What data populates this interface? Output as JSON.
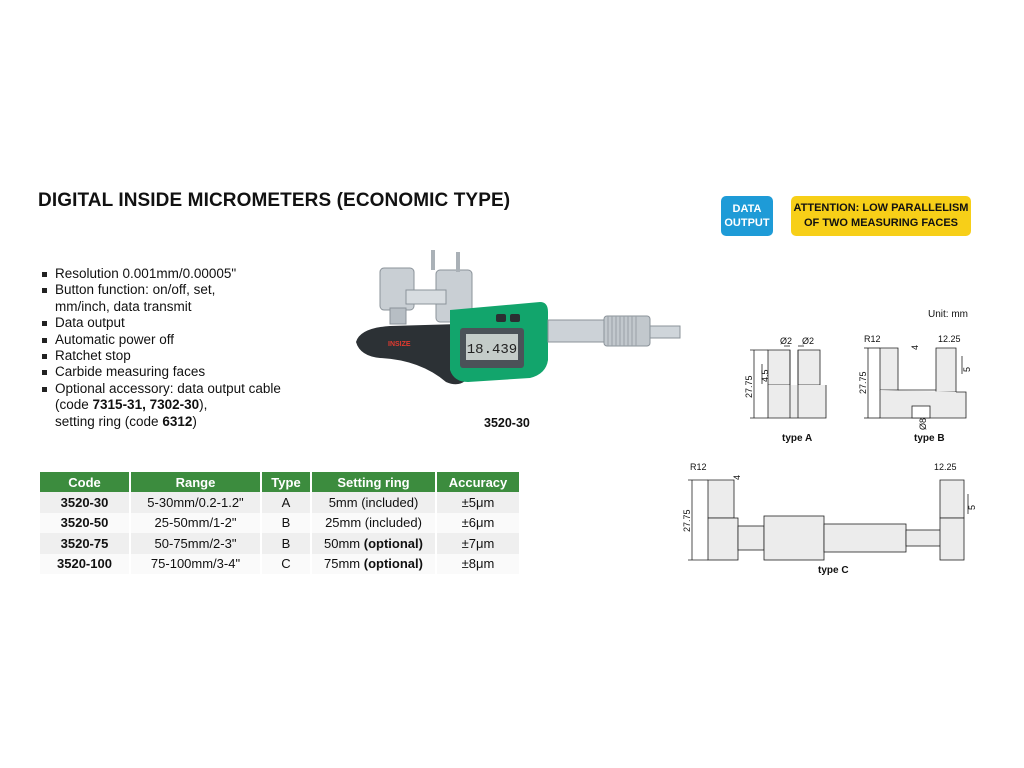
{
  "title": "DIGITAL INSIDE MICROMETERS (ECONOMIC TYPE)",
  "badges": {
    "data_output": [
      "DATA",
      "OUTPUT"
    ],
    "attention": [
      "ATTENTION: LOW PARALLELISM",
      "OF TWO MEASURING FACES"
    ]
  },
  "features": {
    "f1": "Resolution 0.001mm/0.00005\"",
    "f2a": "Button function: on/off, set,",
    "f2b": "mm/inch, data transmit",
    "f3": "Data output",
    "f4": "Automatic power off",
    "f5": "Ratchet stop",
    "f6": "Carbide measuring faces",
    "f7a": "Optional accessory: data output cable",
    "f7b_pre": "(code ",
    "f7b_bold": "7315-31, 7302-30",
    "f7b_post": "),",
    "f7c_pre": "setting ring (code ",
    "f7c_bold": "6312",
    "f7c_post": ")"
  },
  "product": {
    "caption": "3520-30",
    "display_value": "18.439",
    "brand": "INSIZE"
  },
  "unit_note": "Unit: mm",
  "table": {
    "headers": [
      "Code",
      "Range",
      "Type",
      "Setting ring",
      "Accuracy"
    ],
    "rows": [
      {
        "code": "3520-30",
        "range": "5-30mm/0.2-1.2\"",
        "type": "A",
        "ring": "5mm (included)",
        "ring_note": "",
        "accuracy": "±5μm"
      },
      {
        "code": "3520-50",
        "range": "25-50mm/1-2\"",
        "type": "B",
        "ring": "25mm (included)",
        "ring_note": "",
        "accuracy": "±6μm"
      },
      {
        "code": "3520-75",
        "range": "50-75mm/2-3\"",
        "type": "B",
        "ring": "50mm ",
        "ring_note": "(optional)",
        "accuracy": "±7μm"
      },
      {
        "code": "3520-100",
        "range": "75-100mm/3-4\"",
        "type": "C",
        "ring": "75mm ",
        "ring_note": "(optional)",
        "accuracy": "±8μm"
      }
    ]
  },
  "diagrams": {
    "type_a": {
      "label": "type A",
      "dims": [
        "Ø2",
        "Ø2",
        "4.5",
        "27.75"
      ]
    },
    "type_b": {
      "label": "type B",
      "dims": [
        "R12",
        "4",
        "12.25",
        "27.75",
        "5",
        "Ø8"
      ]
    },
    "type_c": {
      "label": "type C",
      "dims": [
        "R12",
        "4",
        "12.25",
        "27.75",
        "5"
      ]
    }
  }
}
